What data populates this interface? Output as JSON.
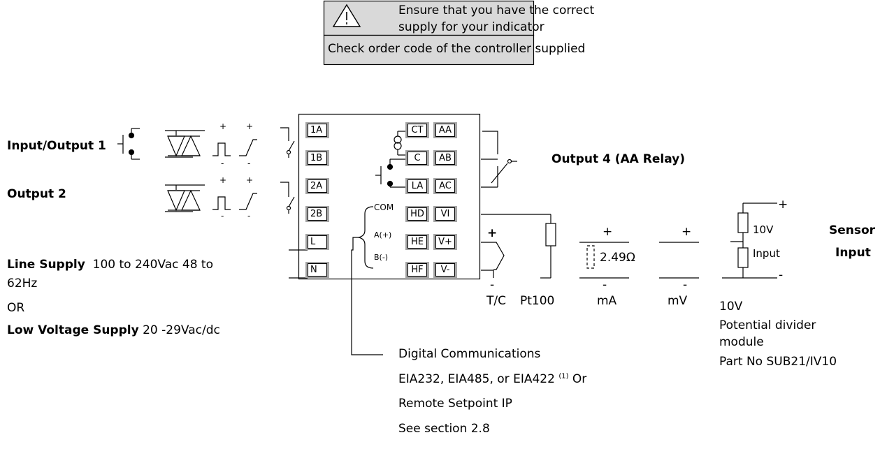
{
  "warning": {
    "line1": "Ensure that you have the correct",
    "line2": "supply for your indicator",
    "check": "Check order code of the controller supplied"
  },
  "left": {
    "io1": "Input/Output 1",
    "out2": "Output 2",
    "line_supply_bold": "Line Supply",
    "line_supply_text": "100 to 240Vac  48 to",
    "line_supply_text2": "62Hz",
    "or": "OR",
    "low_bold": "Low Voltage Supply",
    "low_text": "20 -29Vac/dc",
    "plus": "+",
    "minus": "-"
  },
  "terminals": {
    "left_col": [
      "1A",
      "1B",
      "2A",
      "2B",
      "L",
      "N"
    ],
    "mid_col": [
      "CT",
      "C",
      "LA",
      "HD",
      "HE",
      "HF"
    ],
    "right_col": [
      "AA",
      "AB",
      "AC",
      "VI",
      "V+",
      "V-"
    ],
    "com": "COM",
    "a_plus": "A(+)",
    "b_minus": "B(-)"
  },
  "output4": "Output 4 (AA Relay)",
  "sensor": {
    "title1": "Sensor",
    "title2": "Input",
    "tc": "T/C",
    "pt100": "Pt100",
    "ma": "mA",
    "mv": "mV",
    "resistor": "2.49Ω",
    "div_10v": "10V",
    "div_input": "Input",
    "plus": "+",
    "minus": "-"
  },
  "divider": {
    "line1": "10V",
    "line2": "Potential divider",
    "line3": "module",
    "line4": "Part No SUB21/IV10"
  },
  "comms": {
    "line1": "Digital Communications",
    "line2a": "EIA232, EIA485, or EIA422",
    "note": "(1)",
    "line2b": "Or",
    "line3": "Remote Setpoint IP",
    "line4": "See section 2.8"
  }
}
